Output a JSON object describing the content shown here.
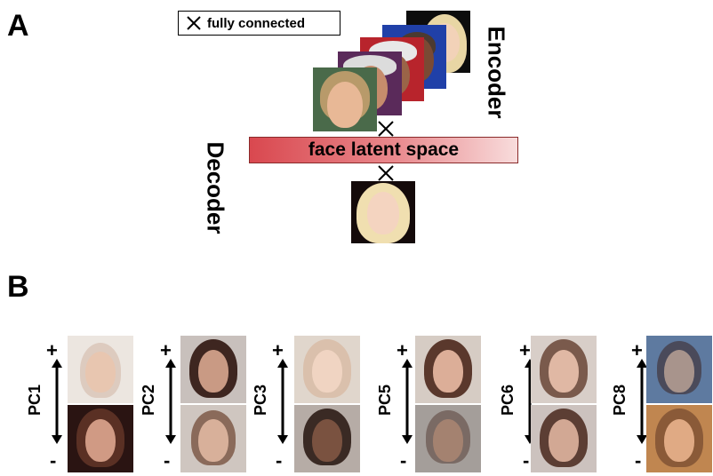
{
  "panels": {
    "a": "A",
    "b": "B"
  },
  "legend": {
    "icon": "cross-icon",
    "label": "fully connected"
  },
  "latent": {
    "label": "face latent space"
  },
  "encoder_label": "Encoder",
  "decoder_label": "Decoder",
  "pcs": [
    {
      "label": "PC1",
      "plus": "+",
      "minus": "-"
    },
    {
      "label": "PC2",
      "plus": "+",
      "minus": "-"
    },
    {
      "label": "PC3",
      "plus": "+",
      "minus": "-"
    },
    {
      "label": "PC5",
      "plus": "+",
      "minus": "-"
    },
    {
      "label": "PC6",
      "plus": "+",
      "minus": "-"
    },
    {
      "label": "PC8",
      "plus": "+",
      "minus": "-"
    }
  ],
  "colors": {
    "latent_dark": "#d9484f",
    "latent_light": "#f8dcdc"
  }
}
